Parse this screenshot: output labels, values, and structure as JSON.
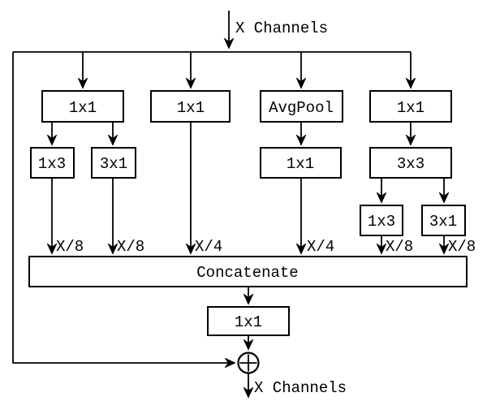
{
  "diagram": {
    "input_label": "X Channels",
    "output_label": "X Channels",
    "nodes": {
      "branch1_conv1": "1x1",
      "branch1_split_left": "1x3",
      "branch1_split_right": "3x1",
      "branch2_conv1": "1x1",
      "branch3_pool": "AvgPool",
      "branch3_conv1": "1x1",
      "branch4_conv1": "1x1",
      "branch4_conv2": "3x3",
      "branch4_split_left": "1x3",
      "branch4_split_right": "3x1",
      "concatenate": "Concatenate",
      "output_conv": "1x1"
    },
    "edge_labels": {
      "branch1_left": "X/8",
      "branch1_right": "X/8",
      "branch2": "X/4",
      "branch3": "X/4",
      "branch4_left": "X/8",
      "branch4_right": "X/8"
    },
    "operators": {
      "add": "elementwise-add"
    },
    "colors": {
      "line": "#000000",
      "box_fill": "#ffffff",
      "background": "#ffffff"
    }
  }
}
